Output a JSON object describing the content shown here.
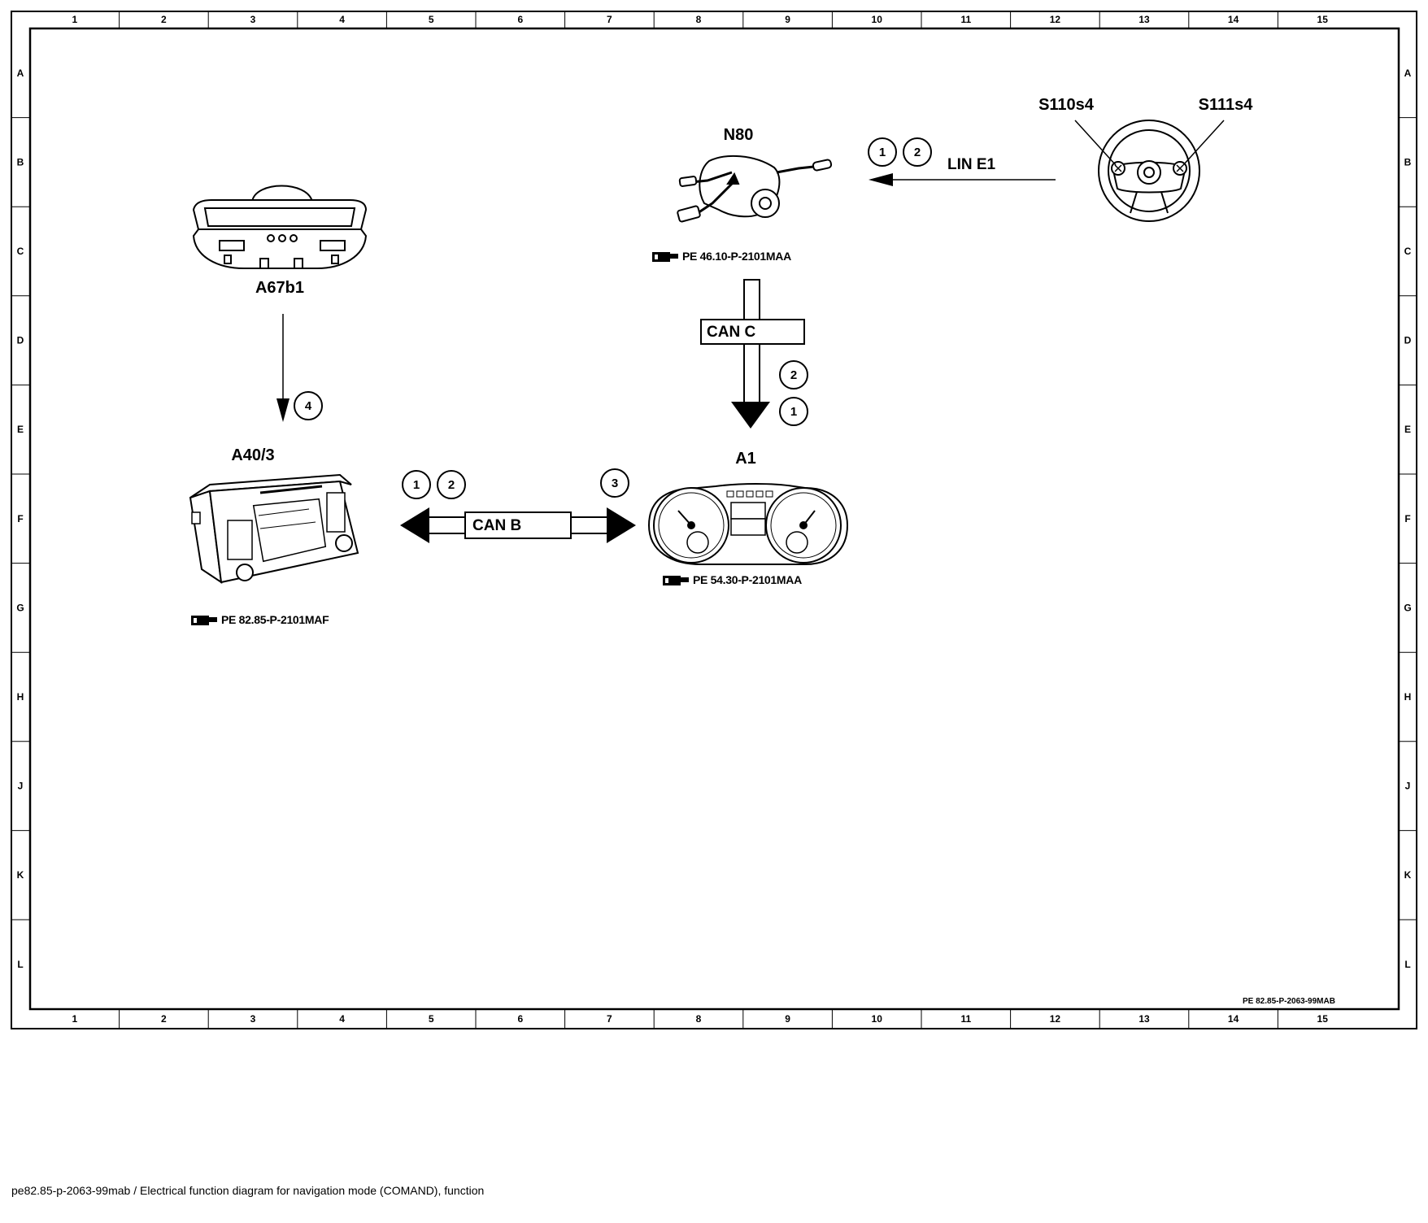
{
  "grid": {
    "columns": [
      "1",
      "2",
      "3",
      "4",
      "5",
      "6",
      "7",
      "8",
      "9",
      "10",
      "11",
      "12",
      "13",
      "14",
      "15"
    ],
    "rows": [
      "A",
      "B",
      "C",
      "D",
      "E",
      "F",
      "G",
      "H",
      "J",
      "K",
      "L"
    ]
  },
  "components": {
    "n80": {
      "label": "N80",
      "ref": "PE 46.10-P-2101MAA"
    },
    "steering_wheel": {
      "label_left": "S110s4",
      "label_right": "S111s4"
    },
    "mirror": {
      "label": "A67b1"
    },
    "comand": {
      "label": "A40/3",
      "ref": "PE 82.85-P-2101MAF"
    },
    "cluster": {
      "label": "A1",
      "ref": "PE 54.30-P-2101MAA"
    }
  },
  "buses": {
    "lin": {
      "label": "LIN E1",
      "markers": [
        "1",
        "2"
      ]
    },
    "can_c": {
      "label": "CAN C",
      "markers": [
        "2",
        "1"
      ]
    },
    "can_b": {
      "label": "CAN B",
      "markers_left": [
        "1",
        "2"
      ],
      "markers_right": [
        "3"
      ]
    },
    "mirror_link": {
      "markers": [
        "4"
      ]
    }
  },
  "footer_ref": "PE 82.85-P-2063-99MAB",
  "caption": "pe82.85-p-2063-99mab / Electrical function diagram for navigation mode (COMAND), function"
}
